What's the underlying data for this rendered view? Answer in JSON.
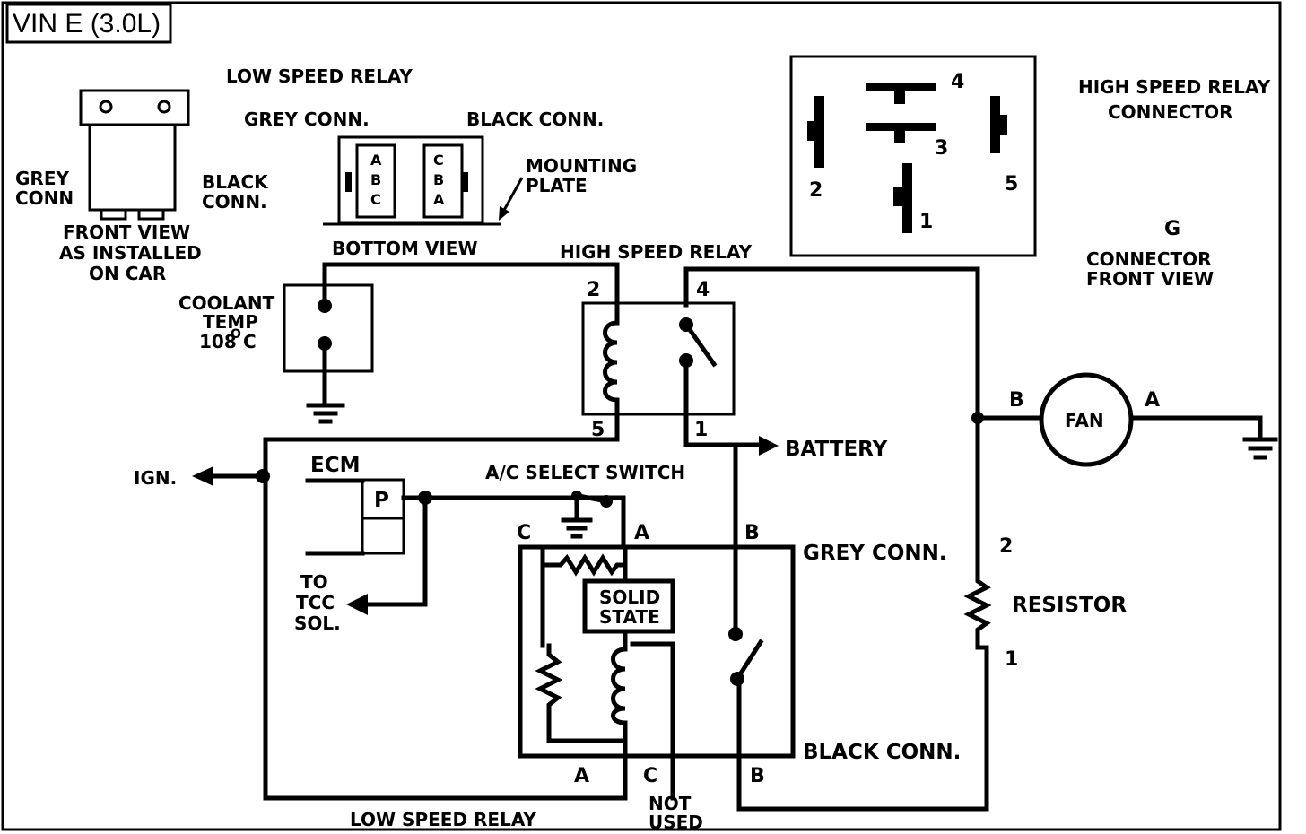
{
  "title": "VIN E (3.0L)",
  "low_speed_relay_view": {
    "title": "LOW SPEED RELAY",
    "grey_conn": "GREY CONN.",
    "black_conn": "BLACK CONN.",
    "grey_pins": [
      "A",
      "B",
      "C"
    ],
    "black_pins": [
      "C",
      "B",
      "A"
    ],
    "mounting_plate_line1": "MOUNTING",
    "mounting_plate_line2": "PLATE",
    "bottom_view": "BOTTOM VIEW"
  },
  "front_view": {
    "grey_conn_line1": "GREY",
    "grey_conn_line2": "CONN",
    "black_conn_line1": "BLACK",
    "black_conn_line2": "CONN.",
    "caption_line1": "FRONT  VIEW",
    "caption_line2": "AS INSTALLED",
    "caption_line3": "ON CAR"
  },
  "hs_connector": {
    "pins": [
      "4",
      "3",
      "2",
      "5",
      "1"
    ],
    "title_line1": "HIGH SPEED RELAY",
    "title_line2": "CONNECTOR",
    "g_label": "G",
    "caption_line1": "CONNECTOR",
    "caption_line2": "FRONT VIEW"
  },
  "coolant": {
    "line1": "COOLANT",
    "line2": "TEMP",
    "line3_value": "108",
    "line3_degree": "O",
    "line3_unit": "C"
  },
  "high_speed_relay": {
    "label": "HIGH SPEED RELAY",
    "pin2": "2",
    "pin4": "4",
    "pin5": "5",
    "pin1": "1"
  },
  "battery": "BATTERY",
  "fan": {
    "label": "FAN",
    "pin_b": "B",
    "pin_a": "A"
  },
  "ign": "IGN.",
  "ecm": {
    "label": "ECM",
    "pin": "P"
  },
  "tcc": {
    "line1": "TO",
    "line2": "TCC",
    "line3": "SOL."
  },
  "ac_switch": "A/C SELECT SWITCH",
  "grey_conn_pins": {
    "c": "C",
    "a": "A",
    "b": "B"
  },
  "grey_conn_label": "GREY CONN.",
  "solid_state": {
    "line1": "SOLID",
    "line2": "STATE"
  },
  "black_conn_pins": {
    "a": "A",
    "c": "C",
    "b": "B"
  },
  "black_conn_label": "BLACK CONN.",
  "not_used": {
    "line1": "NOT",
    "line2": "USED"
  },
  "low_speed_relay_label": "LOW SPEED RELAY",
  "resistor": {
    "label": "RESISTOR",
    "pin2": "2",
    "pin1": "1"
  }
}
